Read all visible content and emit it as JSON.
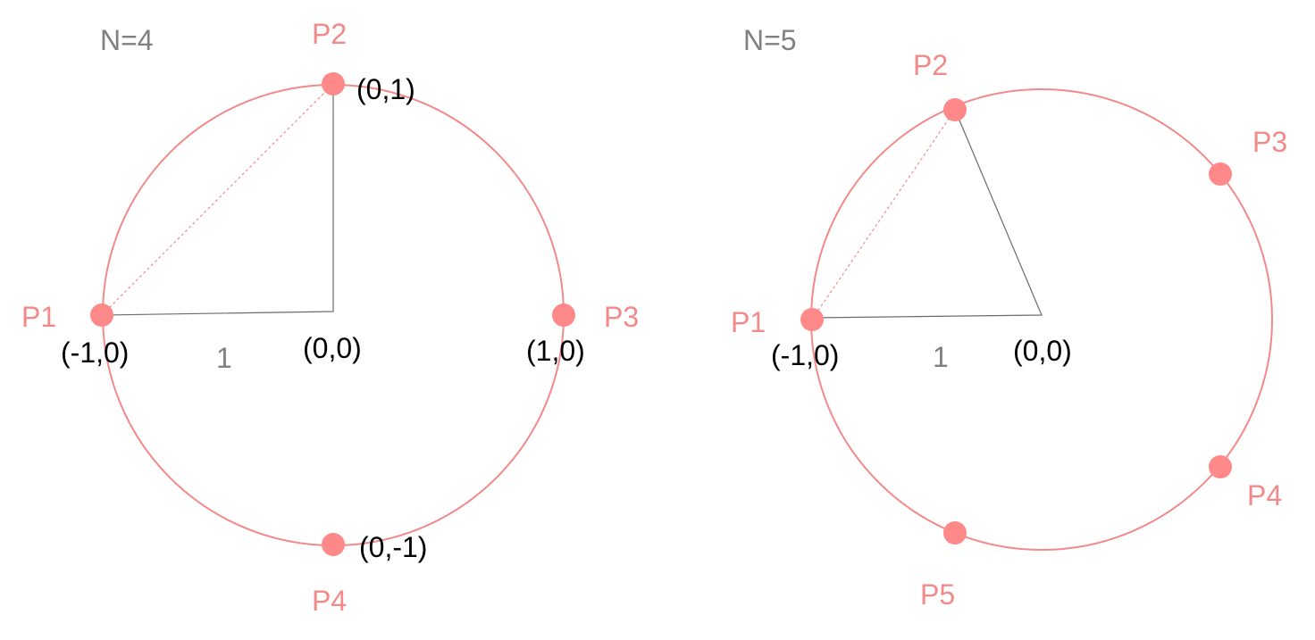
{
  "colors": {
    "accent": "#f28a8a",
    "dot": "#ff8888",
    "label": "#808080",
    "text": "#000000",
    "radius_line": "#6b6b6b"
  },
  "diagrams": [
    {
      "title": "N=4",
      "radius_label": "1",
      "center_label": "(0,0)",
      "points": [
        {
          "name": "P1",
          "coord": "(-1,0)"
        },
        {
          "name": "P2",
          "coord": "(0,1)"
        },
        {
          "name": "P3",
          "coord": "(1,0)"
        },
        {
          "name": "P4",
          "coord": "(0,-1)"
        }
      ]
    },
    {
      "title": "N=5",
      "radius_label": "1",
      "center_label": "(0,0)",
      "points": [
        {
          "name": "P1",
          "coord": "(-1,0)"
        },
        {
          "name": "P2"
        },
        {
          "name": "P3"
        },
        {
          "name": "P4"
        },
        {
          "name": "P5"
        }
      ]
    }
  ]
}
